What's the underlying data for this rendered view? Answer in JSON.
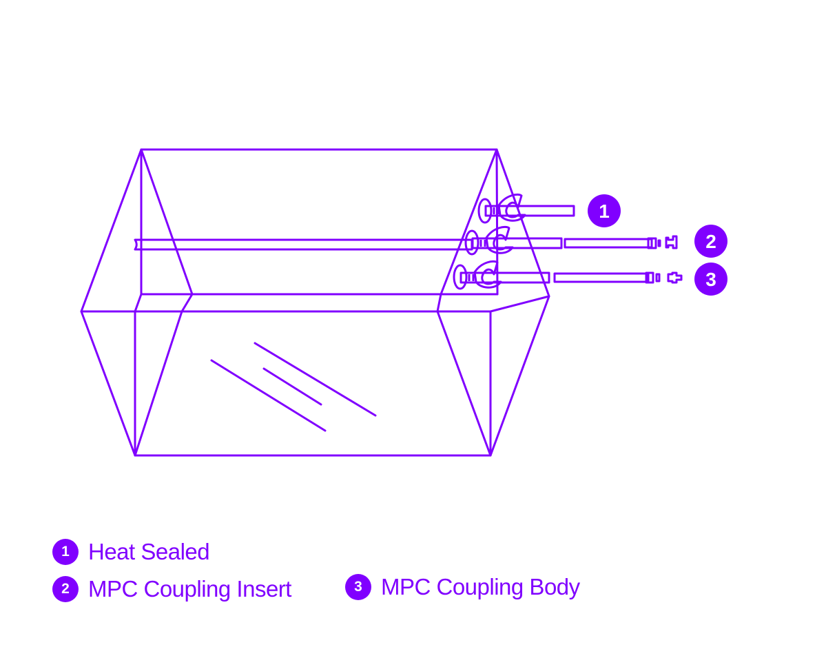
{
  "colors": {
    "accent": "#8000ff",
    "background": "#ffffff"
  },
  "callouts": [
    {
      "number": "1",
      "label": "Heat Sealed"
    },
    {
      "number": "2",
      "label": "MPC Coupling Insert"
    },
    {
      "number": "3",
      "label": "MPC Coupling Body"
    }
  ]
}
